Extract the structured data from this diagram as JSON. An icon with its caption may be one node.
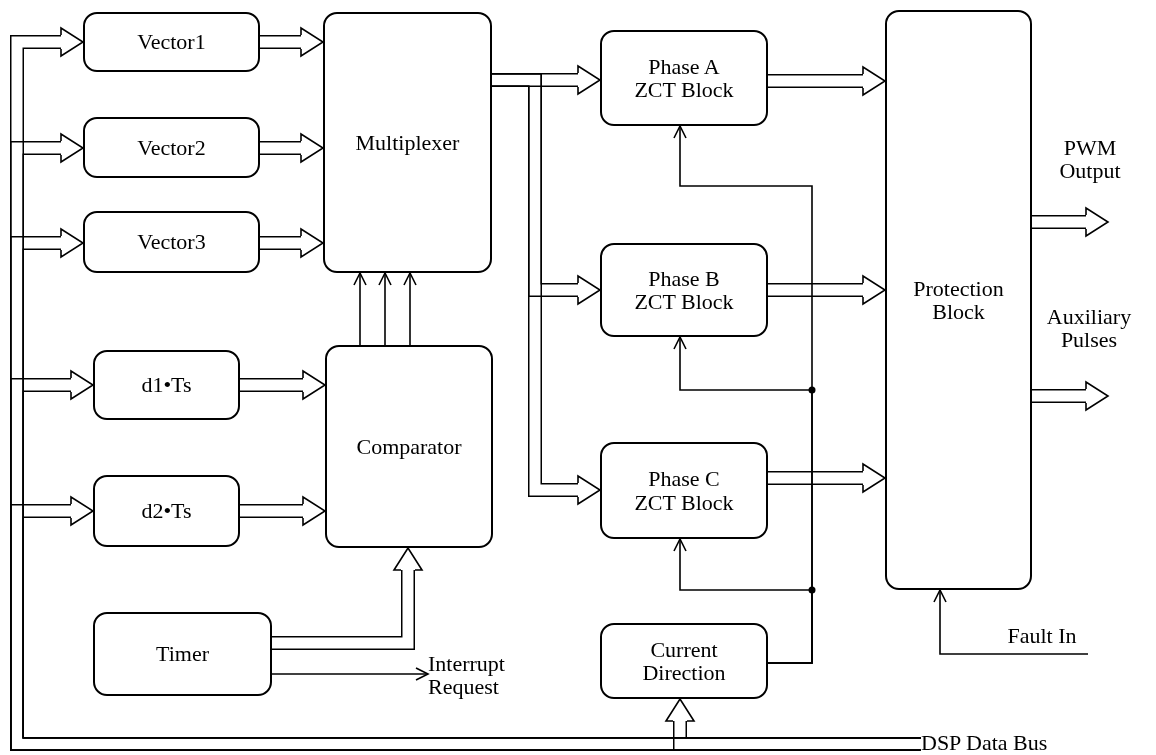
{
  "diagram": {
    "nodes": [
      {
        "text": [
          "Vector1"
        ]
      },
      {
        "text": [
          "Vector2"
        ]
      },
      {
        "text": [
          "Vector3"
        ]
      },
      {
        "text": [
          "Multiplexer"
        ]
      },
      {
        "text": [
          "d1•Ts"
        ]
      },
      {
        "text": [
          "d2•Ts"
        ]
      },
      {
        "text": [
          "Comparator"
        ]
      },
      {
        "text": [
          "Timer"
        ]
      },
      {
        "text": [
          "Interrupt Request"
        ]
      },
      {
        "text": [
          "Phase A ZCT Block"
        ]
      },
      {
        "text": [
          "Phase B ZCT Block"
        ]
      },
      {
        "text": [
          "Phase C ZCT Block"
        ]
      },
      {
        "text": [
          "Current Direction"
        ]
      },
      {
        "text": [
          "Protection Block"
        ]
      },
      {
        "text": [
          "DSP Data Bus"
        ]
      }
    ],
    "edges": [
      {
        "from": 14,
        "to": 0,
        "arrow": "to"
      },
      {
        "from": 14,
        "to": 1,
        "arrow": "to"
      },
      {
        "from": 14,
        "to": 2,
        "arrow": "to"
      },
      {
        "from": 14,
        "to": 4,
        "arrow": "to"
      },
      {
        "from": 14,
        "to": 5,
        "arrow": "to"
      },
      {
        "from": 14,
        "to": 12,
        "arrow": "to"
      },
      {
        "from": 0,
        "to": 3,
        "arrow": "to"
      },
      {
        "from": 1,
        "to": 3,
        "arrow": "to"
      },
      {
        "from": 2,
        "to": 3,
        "arrow": "to"
      },
      {
        "from": 4,
        "to": 6,
        "arrow": "to"
      },
      {
        "from": 5,
        "to": 6,
        "arrow": "to"
      },
      {
        "from": 6,
        "to": 3,
        "arrow": "to"
      },
      {
        "from": 6,
        "to": 3,
        "arrow": "to"
      },
      {
        "from": 6,
        "to": 3,
        "arrow": "to"
      },
      {
        "from": 7,
        "to": 6,
        "arrow": "to"
      },
      {
        "from": 7,
        "to": 8,
        "arrow": "to"
      },
      {
        "from": 3,
        "to": 9,
        "arrow": "to"
      },
      {
        "from": 3,
        "to": 10,
        "arrow": "to"
      },
      {
        "from": 3,
        "to": 11,
        "arrow": "to"
      },
      {
        "from": 9,
        "to": 13,
        "arrow": "to"
      },
      {
        "from": 10,
        "to": 13,
        "arrow": "to"
      },
      {
        "from": 11,
        "to": 13,
        "arrow": "to"
      },
      {
        "from": 12,
        "to": 9,
        "arrow": "to"
      },
      {
        "from": 12,
        "to": 10,
        "arrow": "to"
      },
      {
        "from": 12,
        "to": 11,
        "arrow": "to"
      },
      {
        "from": 13,
        "to": null,
        "arrow": "to",
        "label": "PWM Output"
      },
      {
        "from": 13,
        "to": null,
        "arrow": "to",
        "label": "Auxiliary Pulses"
      },
      {
        "from": null,
        "to": 13,
        "arrow": "to",
        "label": "Fault In"
      }
    ]
  }
}
